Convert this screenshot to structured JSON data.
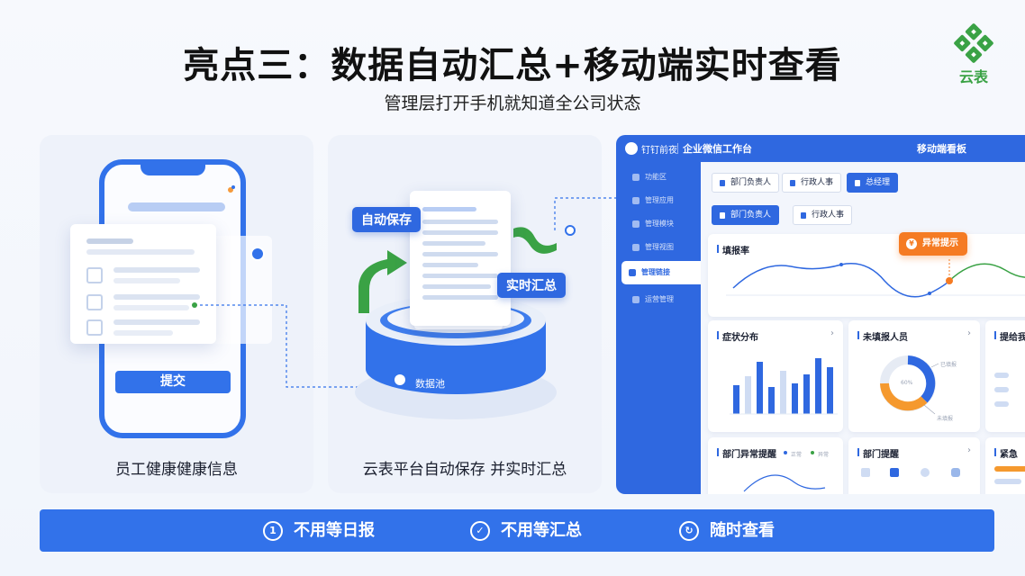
{
  "header": {
    "title": "亮点三：数据自动汇总+移动端实时查看",
    "subtitle": "管理层打开手机就知道全公司状态",
    "logo_text": "云表"
  },
  "panel_employee": {
    "submit_label": "提交",
    "caption": "员工健康健康信息"
  },
  "panel_platform": {
    "save_badge": "自动保存",
    "summary_badge": "实时汇总",
    "pool_label": "数据池",
    "caption": "云表平台自动保存 并实时汇总"
  },
  "dashboard": {
    "brand": "钉钉前夜",
    "app_name": "企业微信工作台",
    "board_name": "移动端看板",
    "sidebar": [
      "功能区",
      "管理应用",
      "管理模块",
      "管理视图",
      "管理链接",
      "运营管理"
    ],
    "tabs_row1": [
      "部门负责人",
      "行政人事",
      "总经理"
    ],
    "tabs_row2": [
      "部门负责人",
      "行政人事"
    ],
    "fill_rate_title": "填报率",
    "alert_label": "异常提示",
    "symptom_title": "症状分布",
    "unfilled_title": "未填报人员",
    "donut_label_a": "60%",
    "donut_label_b": "已填报",
    "donut_label_c": "未填报",
    "third_title": "提给我",
    "dept_alert_title": "部门异常提醒",
    "legend_a": "正常",
    "legend_b": "异常",
    "dept_remind_title": "部门提醒",
    "last_title": "紧急"
  },
  "footer": {
    "item1": "不用等日报",
    "item2": "不用等汇总",
    "item3": "随时查看",
    "icon1": "1"
  },
  "colors": {
    "primary": "#3272ea",
    "accent_green": "#3aa245",
    "alert_orange": "#f57b23"
  }
}
